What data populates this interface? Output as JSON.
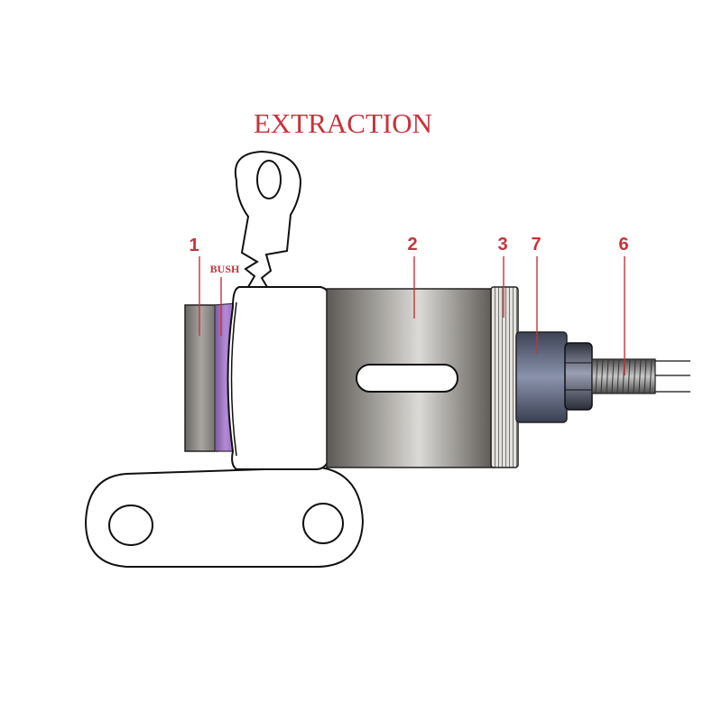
{
  "title": "EXTRACTION",
  "labels": {
    "part_1": "1",
    "bush": "BUSH",
    "part_2": "2",
    "part_3": "3",
    "part_7": "7",
    "part_6": "6"
  },
  "colors": {
    "label_red": "#c8323a",
    "bush_purple": "#a070c8",
    "steel_dark": "#5e5b57",
    "steel_light": "#d8d6d2",
    "nut_blue": "#6a7490"
  }
}
